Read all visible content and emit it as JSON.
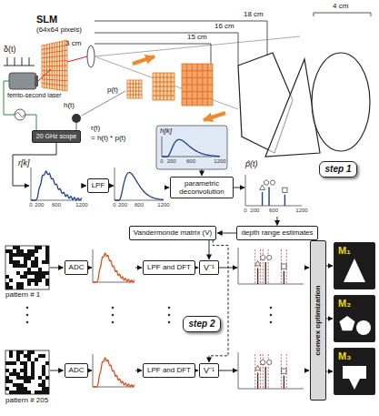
{
  "diagram": {
    "nodes": [
      {
        "text": [
          "20 GHz scope"
        ]
      },
      {
        "text": [
          "LPF"
        ]
      },
      {
        "text": [
          "parametric deconvolution"
        ]
      },
      {
        "text": [
          "step 1"
        ]
      },
      {
        "text": [
          "Vandermonde matrix (V)"
        ]
      },
      {
        "text": [
          "depth range estimates"
        ]
      },
      {
        "text": [
          "ADC"
        ]
      },
      {
        "text": [
          "LPF and DFT"
        ]
      },
      {
        "text": [
          "V⁻¹"
        ]
      },
      {
        "text": [
          "step 2"
        ]
      },
      {
        "text": [
          "ADC"
        ]
      },
      {
        "text": [
          "LPF and DFT"
        ]
      },
      {
        "text": [
          "V⁻¹"
        ]
      },
      {
        "text": [
          "convex optimization"
        ]
      },
      {
        "text": [
          "M₁"
        ]
      },
      {
        "text": [
          "M₂"
        ]
      },
      {
        "text": [
          "M₃"
        ]
      }
    ],
    "edges": [
      {
        "from": 5,
        "to": 4,
        "arrow": "to"
      },
      {
        "from": 4,
        "to": 8,
        "arrow": "to"
      },
      {
        "from": 4,
        "to": 12,
        "arrow": "to"
      },
      {
        "from": 7,
        "to": 8,
        "arrow": "to"
      },
      {
        "from": 11,
        "to": 12,
        "arrow": "to"
      },
      {
        "from": 13,
        "to": 14,
        "arrow": "to"
      },
      {
        "from": 13,
        "to": 15,
        "arrow": "to"
      },
      {
        "from": 13,
        "to": 16,
        "arrow": "to"
      }
    ],
    "labels": [
      "SLM",
      "(64x64 pixels)",
      "3 cm",
      "15 cm",
      "16 cm",
      "18 cm",
      "4 cm",
      "δ(t)",
      "femto-second laser",
      "p(t)",
      "h(t)",
      "r(t)",
      "= h(t) * p(t)",
      "r[k]",
      "h[k]",
      "p̂(t)",
      "pattern # 1",
      "pattern # 205",
      "0",
      "200",
      "600",
      "1200",
      "0",
      "200",
      "600",
      "1200",
      "0",
      "200",
      "600",
      "1200",
      "0",
      "200",
      "600",
      "1200"
    ]
  }
}
